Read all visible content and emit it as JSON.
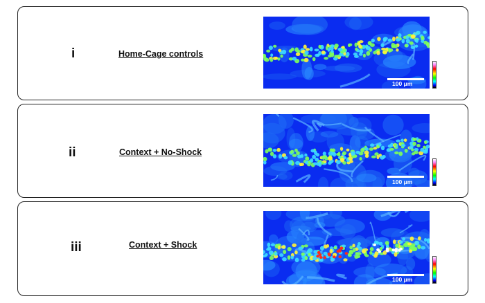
{
  "panels": [
    {
      "numeral": "i",
      "condition": "Home-Cage controls",
      "scale_label": "100 μm"
    },
    {
      "numeral": "ii",
      "condition": "Context + No-Shock",
      "scale_label": "100 μm"
    },
    {
      "numeral": "iii",
      "condition": "Context + Shock",
      "scale_label": "100 μm"
    }
  ],
  "colors": {
    "background_blue": "#0a2cf0",
    "cell_cyan": "#3dd9ff",
    "cell_green": "#7dff5a",
    "cell_yellow": "#fff23a",
    "cell_red": "#ff2a1a",
    "cell_white": "#ffffff"
  }
}
